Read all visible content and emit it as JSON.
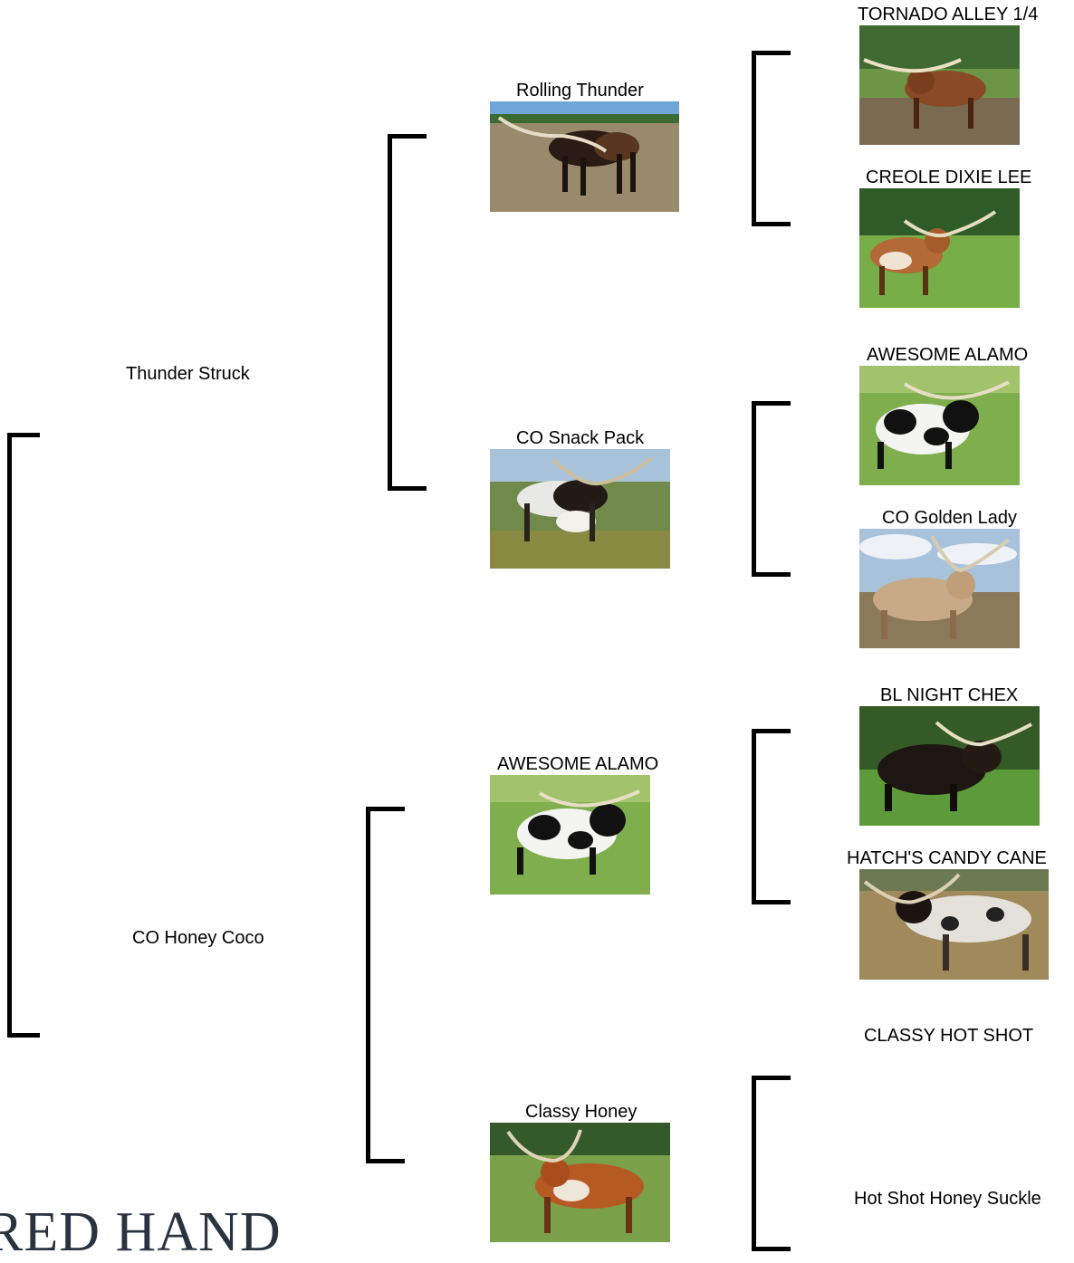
{
  "gen1": {
    "sire": "Thunder Struck",
    "dam": "CO Honey Coco"
  },
  "gen2": {
    "sire_sire": "Rolling Thunder",
    "sire_dam": "CO Snack Pack",
    "dam_sire": "AWESOME ALAMO",
    "dam_dam": "Classy Honey"
  },
  "gen3": {
    "a": "TORNADO ALLEY 1/4",
    "b": "CREOLE DIXIE LEE",
    "c": "AWESOME ALAMO",
    "d": "CO Golden Lady",
    "e": "BL NIGHT CHEX",
    "f": "HATCH'S CANDY CANE",
    "g": "CLASSY HOT SHOT",
    "h": "Hot Shot Honey Suckle"
  },
  "logo_text": "RED HAND",
  "colors": {
    "bracket": "#000000",
    "logo": "#2a3440"
  }
}
